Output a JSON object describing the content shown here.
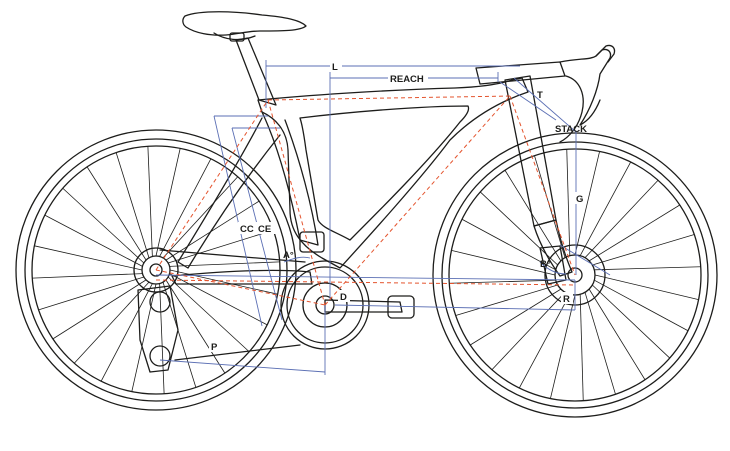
{
  "colors": {
    "frame_line": "#1d1d1b",
    "geometry_line": "#5b6fb4",
    "centerline": "#e4542e",
    "background": "#ffffff"
  },
  "labels": {
    "L": "L",
    "REACH": "REACH",
    "T": "T",
    "STACK": "STACK",
    "G": "G",
    "CC": "CC",
    "CE": "CE",
    "A": "A°",
    "B": "B°",
    "D": "D",
    "R": "R",
    "P": "P"
  }
}
